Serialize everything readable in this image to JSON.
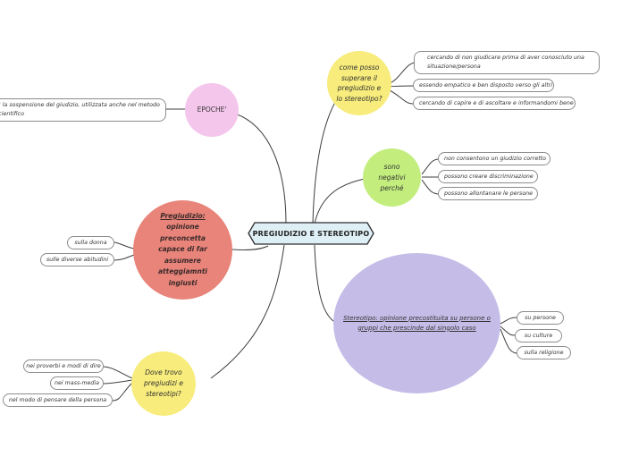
{
  "central": {
    "label": "PREGIUDIZIO E STEREOTIPO",
    "color": "#dfeff6"
  },
  "branches": {
    "epoche": {
      "label": "EPOCHE'",
      "color": "#f4c6ec",
      "items": [
        "E' la sospensione del giudizio, utilizzata anche nel metodo scientifico"
      ]
    },
    "pregiudizio": {
      "label": "Pregiudizio: opinione preconcetta capace di far assumere atteggiamnti ingiusti",
      "label_head": "Pregiudizio:",
      "label_body": "opinione preconcetta capace di far assumere atteggiamnti ingiusti",
      "color": "#e8847a",
      "items": [
        "sulla donna",
        "sulle diverse abitudini"
      ]
    },
    "dove": {
      "label": "Dove trovo pregiudizi e stereotipi?",
      "color": "#f7ec7c",
      "items": [
        "nei proverbi e modi di dire",
        "nei mass-media",
        "nel modo di pensare della persona"
      ]
    },
    "come": {
      "label": "come posso superare il pregiudizio e lo stereotipo?",
      "color": "#f7ec7c",
      "items": [
        "cercando di non giudicare prima di aver conosciuto una situazione/persona",
        "essendo empatico e ben disposto verso gli altri",
        "cercando di capire e di ascoltare e informandomi bene"
      ]
    },
    "negativi": {
      "label": "sono negativi perché",
      "color": "#c3ee7e",
      "items": [
        "non consentono un giudizio corretto",
        "possono creare discriminazione",
        "possono allontanare le persone"
      ]
    },
    "stereotipo": {
      "label": "Stereotipo: opinione precostituita su persone o gruppi che prescinde dal singolo caso",
      "color": "#c5bde8",
      "items": [
        "su persone",
        "su culture",
        "sulla religione"
      ]
    }
  },
  "colors": {
    "line": "#3d3d3d",
    "pill_border": "#8c8c8c"
  }
}
